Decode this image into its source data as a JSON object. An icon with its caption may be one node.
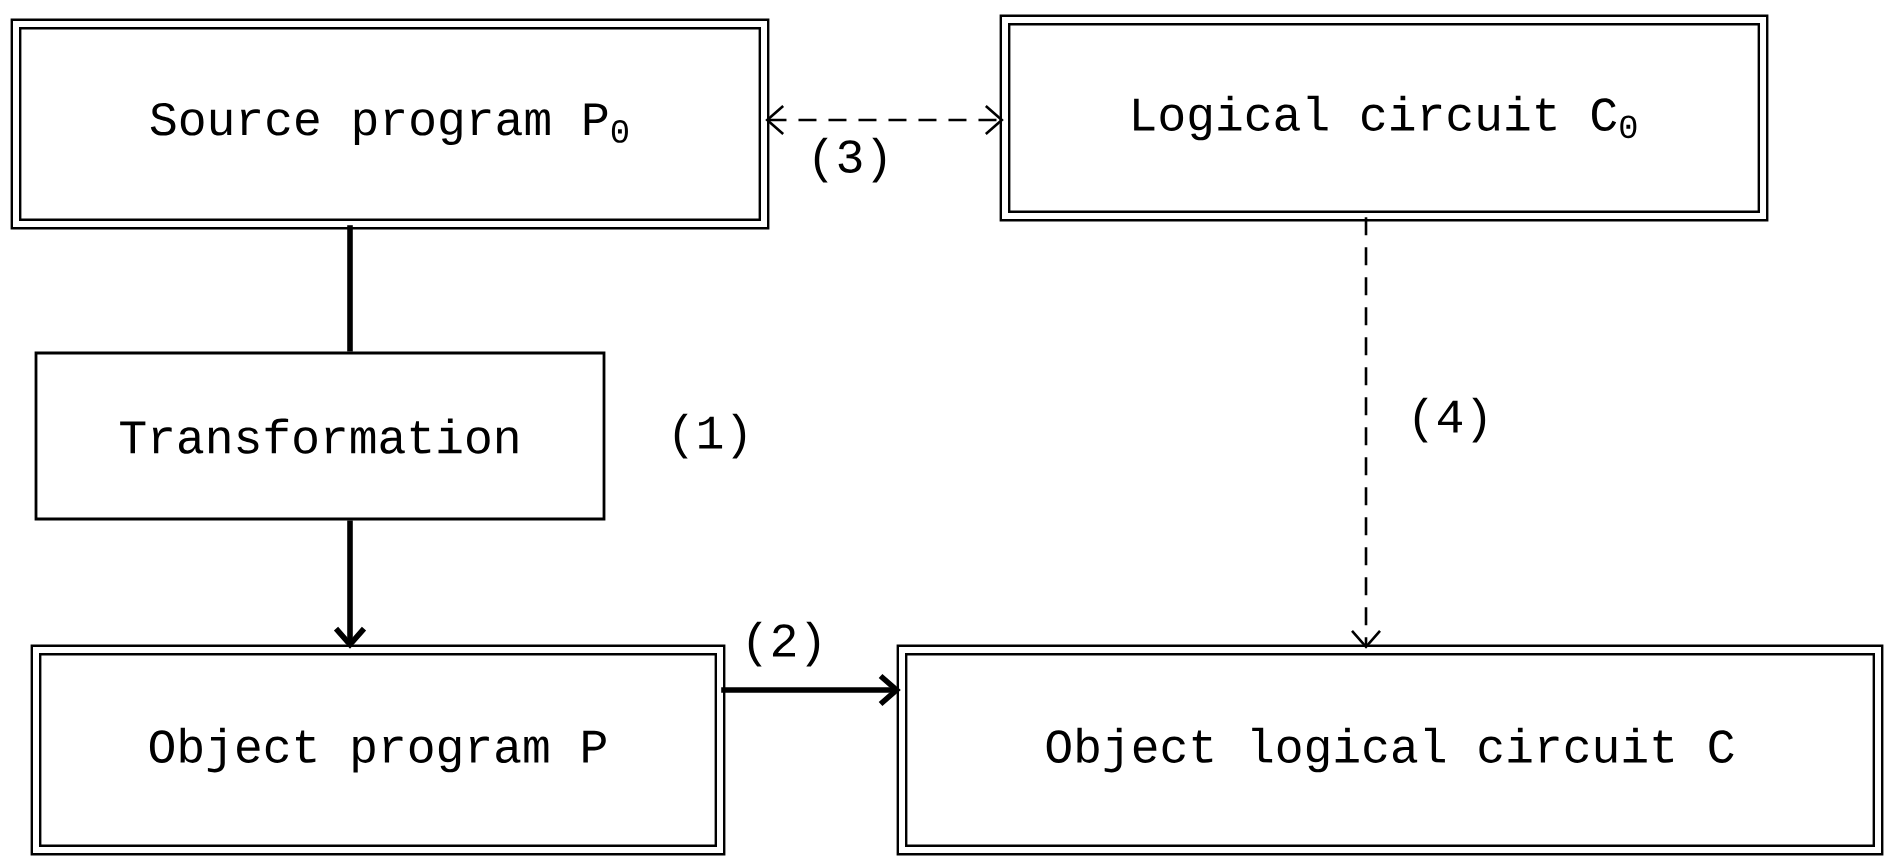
{
  "diagram": {
    "nodes": [
      {
        "text": [
          "Source program P$_{0}$"
        ]
      },
      {
        "text": [
          "Logical circuit C$_{0}$"
        ]
      },
      {
        "text": [
          "Transformation"
        ],
        "beside": [
          "(1)"
        ]
      },
      {
        "text": [
          "Object program P"
        ]
      },
      {
        "text": [
          "Object logical circuit C"
        ]
      }
    ],
    "edges": [
      {
        "from": 0,
        "to": 2,
        "arrow": "none"
      },
      {
        "from": 2,
        "to": 3,
        "arrow": "to"
      },
      {
        "from": 3,
        "to": 4,
        "arrow": "to",
        "label": "(2)"
      },
      {
        "from": 0,
        "to": 1,
        "arrow": "both",
        "style": "dashed",
        "label": "(3)"
      },
      {
        "from": 1,
        "to": 4,
        "arrow": "to",
        "style": "dashed",
        "label": "(4)"
      }
    ]
  }
}
